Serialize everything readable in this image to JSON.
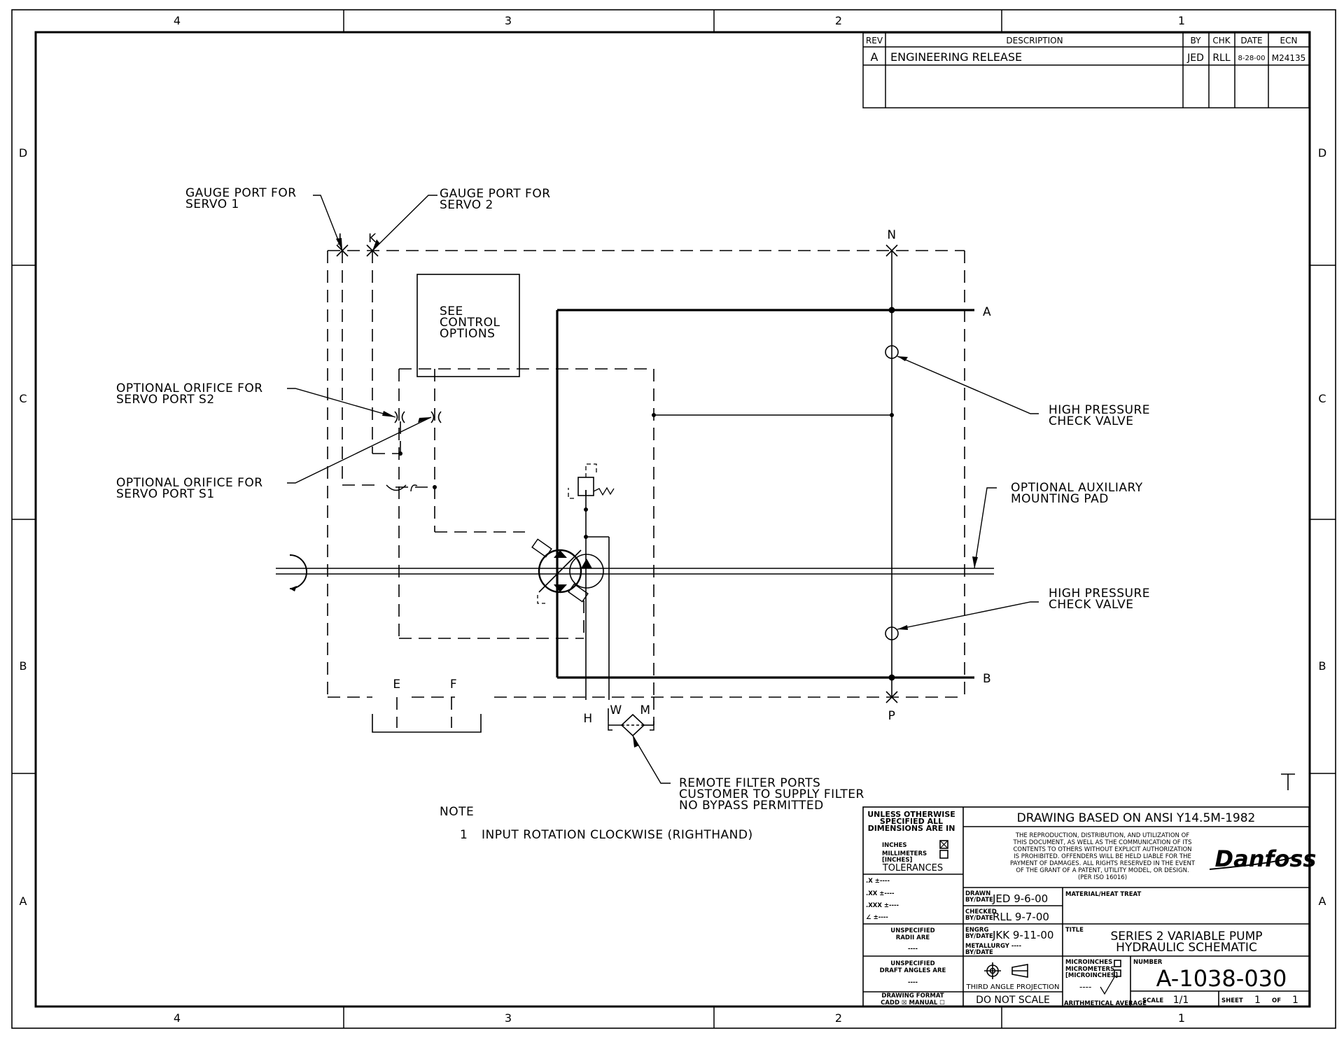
{
  "zones": {
    "cols": [
      "4",
      "3",
      "2",
      "1"
    ],
    "rows": [
      "D",
      "C",
      "B",
      "A"
    ]
  },
  "revision_block": {
    "headers": {
      "rev": "REV",
      "description": "DESCRIPTION",
      "by": "BY",
      "chk": "CHK",
      "date": "DATE",
      "ecn": "ECN"
    },
    "rows": [
      {
        "rev": "A",
        "description": "ENGINEERING RELEASE",
        "by": "JED",
        "chk": "RLL",
        "date": "8-28-00",
        "ecn": "M24135"
      }
    ]
  },
  "callouts": {
    "gauge1": [
      "GAUGE PORT FOR",
      "SERVO 1"
    ],
    "gauge2": [
      "GAUGE PORT FOR",
      "SERVO 2"
    ],
    "control": [
      "SEE",
      "CONTROL",
      "OPTIONS"
    ],
    "orifice_s2": [
      "OPTIONAL ORIFICE FOR",
      "SERVO PORT S2"
    ],
    "orifice_s1": [
      "OPTIONAL ORIFICE FOR",
      "SERVO PORT S1"
    ],
    "hpcv_top": [
      "HIGH PRESSURE",
      "CHECK VALVE"
    ],
    "hpcv_bottom": [
      "HIGH PRESSURE",
      "CHECK VALVE"
    ],
    "aux_pad": [
      "OPTIONAL AUXILIARY",
      "MOUNTING PAD"
    ],
    "filter": [
      "REMOTE FILTER PORTS",
      "CUSTOMER TO SUPPLY FILTER",
      "NO BYPASS PERMITTED"
    ]
  },
  "ports": {
    "J": "J",
    "K": "K",
    "N": "N",
    "A": "A",
    "B": "B",
    "E": "E",
    "F": "F",
    "H": "H",
    "W": "W",
    "M": "M",
    "P": "P"
  },
  "notes": {
    "heading": "NOTE",
    "items": [
      {
        "num": "1",
        "text": "INPUT ROTATION CLOCKWISE (RIGHTHAND)"
      }
    ]
  },
  "title_block": {
    "standard": "DRAWING BASED ON ANSI Y14.5M-1982",
    "units": [
      "UNLESS OTHERWISE",
      "SPECIFIED ALL",
      "DIMENSIONS ARE IN"
    ],
    "inches": "INCHES",
    "millimeters": [
      "MILLIMETERS",
      "[INCHES]"
    ],
    "tolerances": "TOLERANCES",
    "tol_rows": [
      ".X ±----",
      ".XX ±----",
      ".XXX ±----",
      "∠ ±----"
    ],
    "radii": [
      "UNSPECIFIED",
      "RADII ARE",
      "----"
    ],
    "draft": [
      "UNSPECIFIED",
      "DRAFT ANGLES ARE",
      "----"
    ],
    "format": [
      "DRAWING FORMAT",
      "CADD ☒ MANUAL ☐"
    ],
    "legal": [
      "THE REPRODUCTION, DISTRIBUTION, AND UTILIZATION OF",
      "THIS DOCUMENT, AS WELL AS THE COMMUNICATION OF ITS",
      "CONTENTS TO OTHERS WITHOUT EXPLICIT AUTHORIZATION",
      "IS PROHIBITED.  OFFENDERS WILL BE HELD LIABLE FOR THE",
      "PAYMENT OF DAMAGES.  ALL RIGHTS RESERVED IN THE EVENT",
      "OF THE GRANT OF A PATENT, UTILITY MODEL, OR DESIGN.",
      "(PER ISO 16016)"
    ],
    "logo": "Danfoss",
    "drawn_label": [
      "DRAWN",
      "BY/DATE"
    ],
    "drawn": "JED 9-6-00",
    "checked_label": [
      "CHECKED",
      "BY/DATE"
    ],
    "checked": "RLL 9-7-00",
    "engrg_label": [
      "ENGRG",
      "BY/DATE"
    ],
    "engrg": "JKK 9-11-00",
    "metallurgy": [
      "METALLURGY ----",
      "BY/DATE"
    ],
    "material": "MATERIAL/HEAT TREAT",
    "title_label": "TITLE",
    "title": [
      "SERIES 2 VARIABLE PUMP",
      "HYDRAULIC SCHEMATIC"
    ],
    "projection": "THIRD ANGLE PROJECTION",
    "do_not_scale": "DO NOT SCALE",
    "finish": [
      "MICROINCHES",
      "MICROMETERS",
      "[MICROINCHES]"
    ],
    "finish_value": "----",
    "arith": "ARITHMETICAL AVERAGE",
    "number_label": "NUMBER",
    "number": "A-1038-030",
    "scale_label": "SCALE",
    "scale": "1/1",
    "sheet_label": "SHEET",
    "sheet": "1",
    "of_label": "OF",
    "of": "1"
  }
}
